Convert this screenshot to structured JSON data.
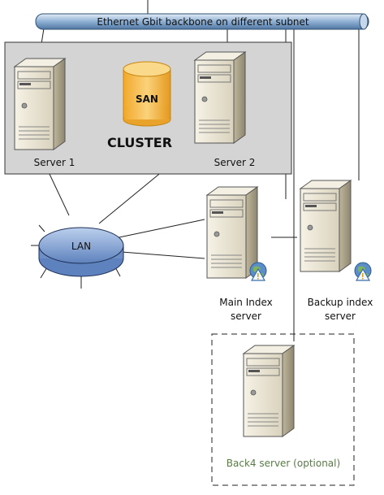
{
  "backbone": {
    "label": "Ethernet Gbit backbone on different subnet"
  },
  "cluster": {
    "label": "CLUSTER"
  },
  "san": {
    "label": "SAN"
  },
  "lan": {
    "label": "LAN"
  },
  "servers": {
    "server1": "Server 1",
    "server2": "Server 2",
    "main_index_line1": "Main Index",
    "main_index_line2": "server",
    "backup_index_line1": "Backup index",
    "backup_index_line2": "server",
    "back4": "Back4 server (optional)"
  },
  "colors": {
    "backbone": "#8fb0d3",
    "lan": "#7f9fd0",
    "san": "#f4b944",
    "cluster_bg": "#d4d4d4",
    "server_body": "#ece7d6",
    "back4_label": "#5a7a48"
  },
  "icons": [
    "server-icon",
    "database-icon",
    "network-hub-icon",
    "globe-warning-icon"
  ]
}
